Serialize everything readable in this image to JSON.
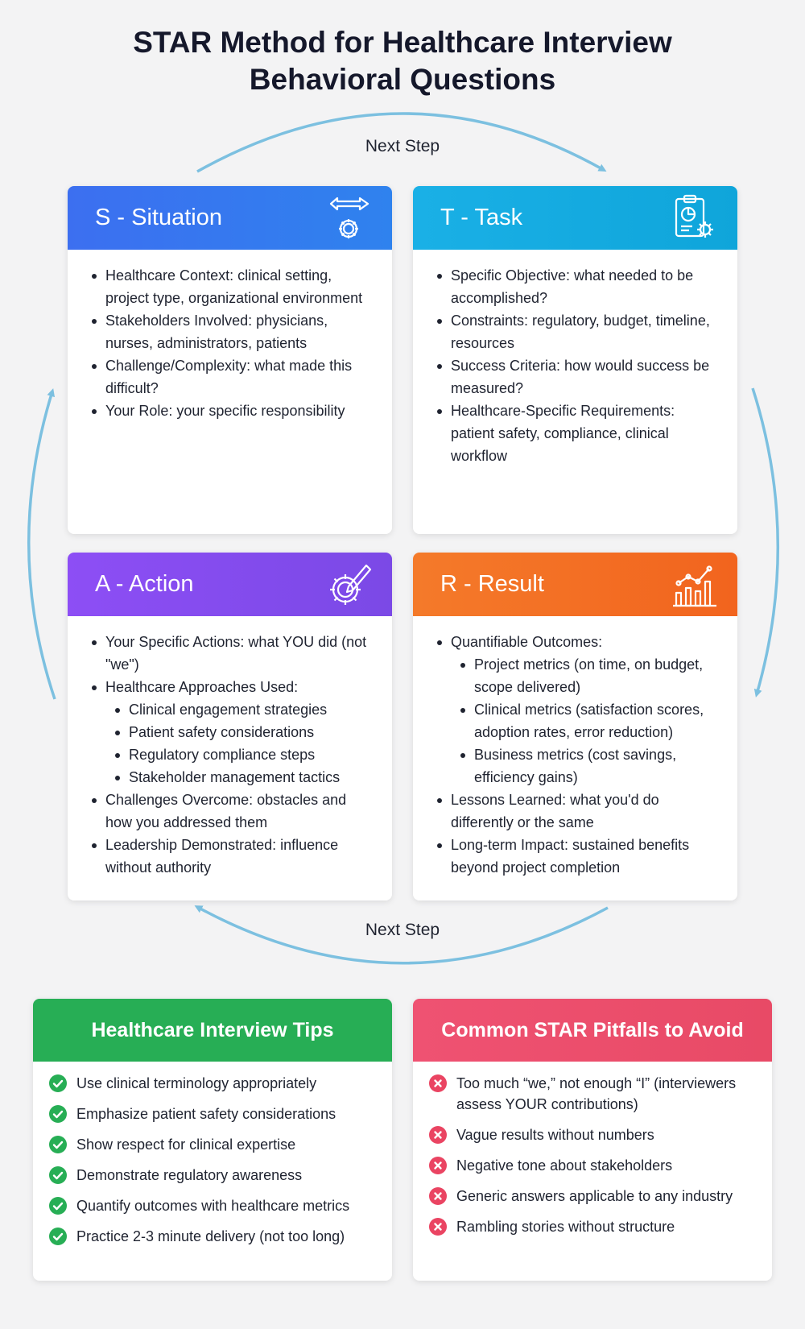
{
  "title": {
    "line1": "STAR Method for Healthcare Interview",
    "line2": "Behavioral Questions"
  },
  "cycle": {
    "top_label": "Next Step",
    "bottom_label": "Next Step",
    "arrow_color": "#7cc0e0"
  },
  "situation": {
    "title": "S - Situation",
    "icon": "arrows-gear-icon",
    "color": "#3c6ff0",
    "items": [
      "Healthcare Context: clinical setting, project type, organizational environment",
      "Stakeholders Involved: physicians, nurses, administrators, patients",
      "Challenge/Complexity: what made this difficult?",
      "Your Role: your specific responsibility"
    ]
  },
  "task": {
    "title": "T - Task",
    "icon": "clipboard-chart-gear-icon",
    "color": "#1ab0e6",
    "items": [
      "Specific Objective: what needed to be accomplished?",
      "Constraints: regulatory, budget, timeline, resources",
      "Success Criteria: how would success be measured?",
      "Healthcare-Specific Requirements: patient safety, compliance, clinical workflow"
    ]
  },
  "action": {
    "title": "A - Action",
    "icon": "gear-pencil-icon",
    "color": "#8d4ef5",
    "items": [
      "Your Specific Actions: what YOU did (not \"we\")",
      "Healthcare Approaches Used:",
      "Challenges Overcome: obstacles and how you addressed them",
      "Leadership Demonstrated: influence without authority"
    ],
    "sub_items": [
      "Clinical engagement strategies",
      "Patient safety considerations",
      "Regulatory compliance steps",
      "Stakeholder management tactics"
    ]
  },
  "result": {
    "title": "R - Result",
    "icon": "bar-chart-trend-icon",
    "color": "#f47a2a",
    "items": [
      "Quantifiable Outcomes:",
      "Lessons Learned: what you'd do differently or the same",
      "Long-term Impact: sustained benefits beyond project completion"
    ],
    "sub_items": [
      "Project metrics (on time, on budget, scope delivered)",
      "Clinical metrics (satisfaction scores, adoption rates, error reduction)",
      "Business metrics (cost savings, efficiency gains)"
    ]
  },
  "tips": {
    "title": "Healthcare Interview Tips",
    "color": "#27ae55",
    "items": [
      "Use clinical terminology appropriately",
      "Emphasize patient safety considerations",
      "Show respect for clinical expertise",
      "Demonstrate regulatory awareness",
      "Quantify outcomes with healthcare metrics",
      "Practice 2-3 minute delivery (not too long)"
    ]
  },
  "pitfalls": {
    "title": "Common STAR Pitfalls to Avoid",
    "color": "#ea4462",
    "items": [
      "Too much “we,” not enough “I” (interviewers assess YOUR contributions)",
      "Vague results without numbers",
      "Negative tone about stakeholders",
      "Generic answers applicable to any industry",
      "Rambling stories without structure"
    ]
  }
}
